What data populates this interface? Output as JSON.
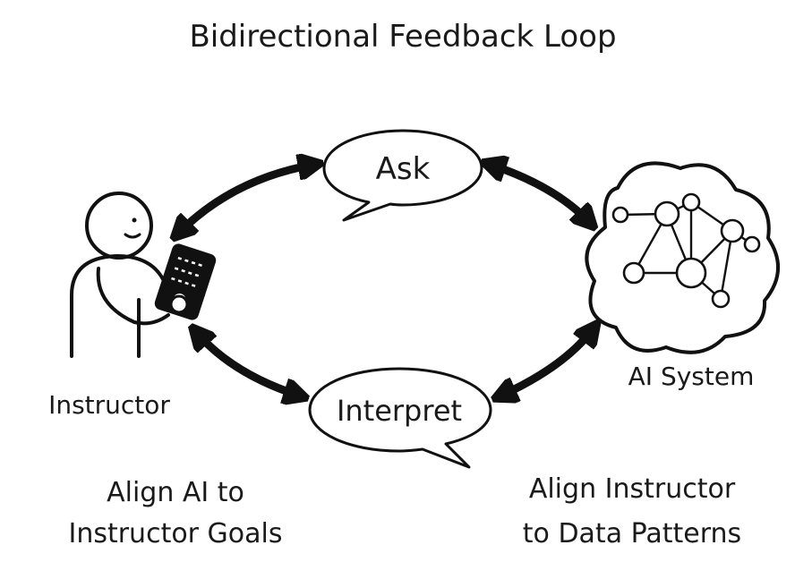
{
  "title": "Bidirectional Feedback Loop",
  "bubbles": {
    "top": "Ask",
    "bottom": "Interpret"
  },
  "actors": {
    "left": "Instructor",
    "right": "AI System"
  },
  "captions": {
    "left_line1": "Align AI to",
    "left_line2": "Instructor Goals",
    "right_line1": "Align Instructor",
    "right_line2": "to Data Patterns"
  },
  "icons": {
    "instructor": "person-with-tablet-icon",
    "ai_system": "cloud-network-icon"
  }
}
